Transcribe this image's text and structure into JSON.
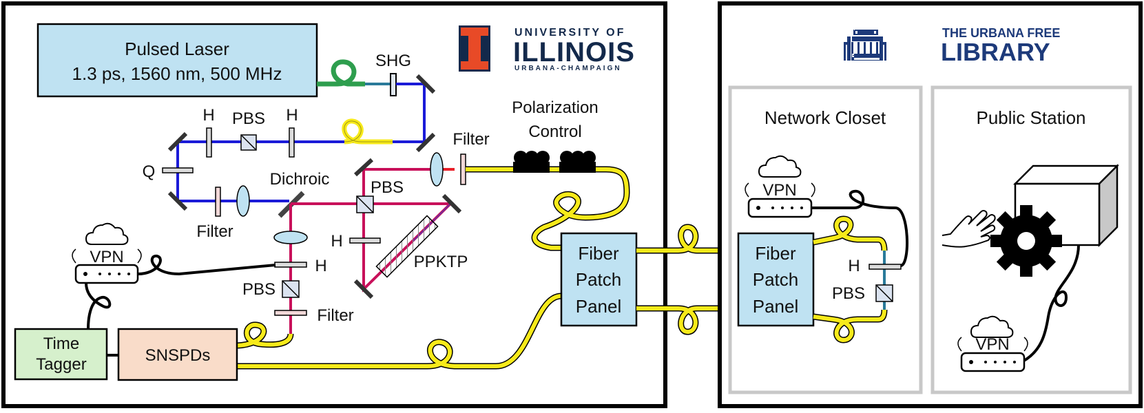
{
  "uiuc_lab": {
    "pulsed_laser_title": "Pulsed Laser",
    "pulsed_laser_specs": "1.3 ps, 1560 nm, 500 MHz",
    "shg": "SHG",
    "h_top_left": "H",
    "pbs_top": "PBS",
    "h_top_right": "H",
    "q": "Q",
    "dichroic": "Dichroic",
    "filter_lower_left": "Filter",
    "filter_top_right": "Filter",
    "pbs_mid": "PBS",
    "h_mid": "H",
    "ppktp": "PPKTP",
    "polarization_control_line1": "Polarization",
    "polarization_control_line2": "Control",
    "h_detect": "H",
    "pbs_detect": "PBS",
    "filter_detect": "Filter",
    "vpn": "VPN",
    "time_tagger_line1": "Time",
    "time_tagger_line2": "Tagger",
    "snspds": "SNSPDs",
    "patch_panel_line1": "Fiber",
    "patch_panel_line2": "Patch",
    "patch_panel_line3": "Panel",
    "logo_line1": "UNIVERSITY OF",
    "logo_line2": "ILLINOIS",
    "logo_line3": "URBANA-CHAMPAIGN",
    "logo_mark": "I"
  },
  "library": {
    "logo_line1": "THE URBANA FREE",
    "logo_line2": "LIBRARY",
    "network_closet": "Network Closet",
    "public_station": "Public Station",
    "vpn_closet": "VPN",
    "vpn_station": "VPN",
    "h": "H",
    "pbs": "PBS",
    "patch_panel_line1": "Fiber",
    "patch_panel_line2": "Patch",
    "patch_panel_line3": "Panel"
  },
  "colors": {
    "laser_box": "#bfe2f2",
    "patch_panel": "#bfe2f2",
    "time_tagger": "#d6f0cc",
    "snspds": "#f9dcc9",
    "blue_beam": "#1b1bd8",
    "red_beam": "#c8105a",
    "fiber_yellow": "#f7ea1a",
    "fiber_green": "#2e9e4e",
    "illinois_orange": "#e84a27",
    "illinois_navy": "#13294b"
  }
}
